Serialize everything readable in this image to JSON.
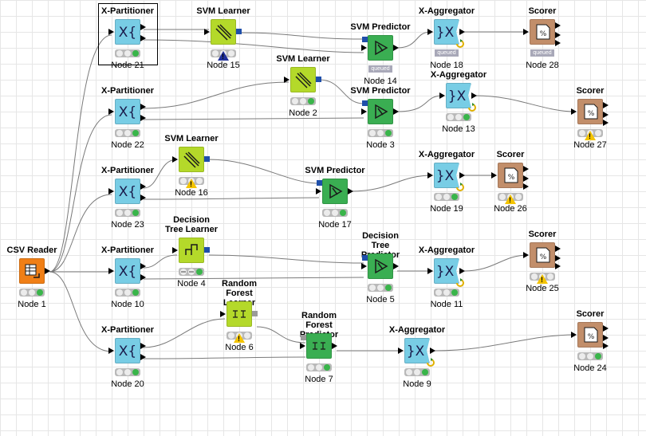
{
  "workflow": {
    "nodes": [
      {
        "id": "node21",
        "kind": "x-partitioner",
        "title": "X-Partitioner",
        "label": "Node 21",
        "state": [
          "off",
          "off",
          "green"
        ],
        "selected": true
      },
      {
        "id": "node15",
        "kind": "learner",
        "title": "SVM Learner",
        "label": "Node 15",
        "state": [
          "off",
          "off",
          "off"
        ],
        "warning": true,
        "warning_style": "dark"
      },
      {
        "id": "node14",
        "kind": "predictor",
        "title": "SVM Predictor",
        "label": "Node 14",
        "badge": "queued"
      },
      {
        "id": "node18",
        "kind": "x-aggregator",
        "title": "X-Aggregator",
        "label": "Node 18",
        "badge": "queued",
        "spinner": true
      },
      {
        "id": "node28",
        "kind": "scorer",
        "title": "Scorer",
        "label": "Node 28",
        "badge": "queued"
      },
      {
        "id": "node2",
        "kind": "learner",
        "title": "SVM Learner",
        "label": "Node 2",
        "state": [
          "off",
          "off",
          "green"
        ]
      },
      {
        "id": "node22",
        "kind": "x-partitioner",
        "title": "X-Partitioner",
        "label": "Node 22",
        "state": [
          "off",
          "off",
          "green"
        ]
      },
      {
        "id": "node3",
        "kind": "predictor",
        "title": "SVM Predictor",
        "label": "Node 3",
        "state": [
          "off",
          "off",
          "green"
        ]
      },
      {
        "id": "node13",
        "kind": "x-aggregator",
        "title": "X-Aggregator",
        "label": "Node 13",
        "state": [
          "off",
          "off",
          "green"
        ],
        "spinner": true
      },
      {
        "id": "node27",
        "kind": "scorer",
        "title": "Scorer",
        "label": "Node 27",
        "state": [
          "off",
          "off",
          "off"
        ],
        "warning": true
      },
      {
        "id": "node16",
        "kind": "learner",
        "title": "SVM Learner",
        "label": "Node 16",
        "state": [
          "off",
          "off",
          "off"
        ],
        "warning": true
      },
      {
        "id": "node23",
        "kind": "x-partitioner",
        "title": "X-Partitioner",
        "label": "Node 23",
        "state": [
          "off",
          "off",
          "green"
        ]
      },
      {
        "id": "node17",
        "kind": "predictor",
        "title": "SVM Predictor",
        "label": "Node 17",
        "state": [
          "off",
          "off",
          "green"
        ]
      },
      {
        "id": "node19",
        "kind": "x-aggregator",
        "title": "X-Aggregator",
        "label": "Node 19",
        "state": [
          "off",
          "off",
          "green"
        ],
        "spinner": true
      },
      {
        "id": "node26",
        "kind": "scorer",
        "title": "Scorer",
        "label": "Node 26",
        "state": [
          "off",
          "off",
          "off"
        ],
        "warning": true
      },
      {
        "id": "node1",
        "kind": "reader",
        "title": "CSV Reader",
        "label": "Node 1",
        "state": [
          "off",
          "off",
          "green"
        ]
      },
      {
        "id": "node10",
        "kind": "x-partitioner",
        "title": "X-Partitioner",
        "label": "Node 10",
        "state": [
          "off",
          "off",
          "green"
        ]
      },
      {
        "id": "node4",
        "kind": "learner",
        "title": "Decision Tree Learner",
        "label": "Node 4",
        "state": [
          "dash",
          "dash",
          "green"
        ]
      },
      {
        "id": "node5",
        "kind": "predictor",
        "title": "Decision Tree Predictor",
        "label": "Node 5",
        "state": [
          "off",
          "off",
          "green"
        ]
      },
      {
        "id": "node11",
        "kind": "x-aggregator",
        "title": "X-Aggregator",
        "label": "Node 11",
        "state": [
          "off",
          "off",
          "green"
        ],
        "spinner": true
      },
      {
        "id": "node25",
        "kind": "scorer",
        "title": "Scorer",
        "label": "Node 25",
        "state": [
          "off",
          "off",
          "off"
        ],
        "warning": true
      },
      {
        "id": "node20",
        "kind": "x-partitioner",
        "title": "X-Partitioner",
        "label": "Node 20",
        "state": [
          "off",
          "off",
          "green"
        ]
      },
      {
        "id": "node6",
        "kind": "learner",
        "title": "Random Forest Learner",
        "label": "Node 6",
        "state": [
          "off",
          "off",
          "off"
        ],
        "warning": true
      },
      {
        "id": "node7",
        "kind": "predictor",
        "title": "Random Forest Predictor",
        "label": "Node 7",
        "state": [
          "off",
          "off",
          "green"
        ]
      },
      {
        "id": "node9",
        "kind": "x-aggregator",
        "title": "X-Aggregator",
        "label": "Node 9",
        "state": [
          "off",
          "off",
          "green"
        ],
        "spinner": true
      },
      {
        "id": "node24",
        "kind": "scorer",
        "title": "Scorer",
        "label": "Node 24",
        "state": [
          "off",
          "off",
          "green"
        ]
      }
    ]
  },
  "colors": {
    "partitioner": "#78cde5",
    "aggregator": "#78cde5",
    "learner": "#b4d92a",
    "predictor": "#3aae52",
    "scorer": "#c28e6a",
    "reader": "#f07f16",
    "status_green": "#39b54a",
    "warning": "#f4c400",
    "grid": "#e6e6e6"
  },
  "icons": {
    "x-partitioner": "x-partition-icon",
    "x-aggregator": "x-aggregate-icon",
    "learner": "svm-learner-icon",
    "predictor": "predictor-icon",
    "scorer": "scorer-icon",
    "reader": "csv-reader-icon"
  }
}
